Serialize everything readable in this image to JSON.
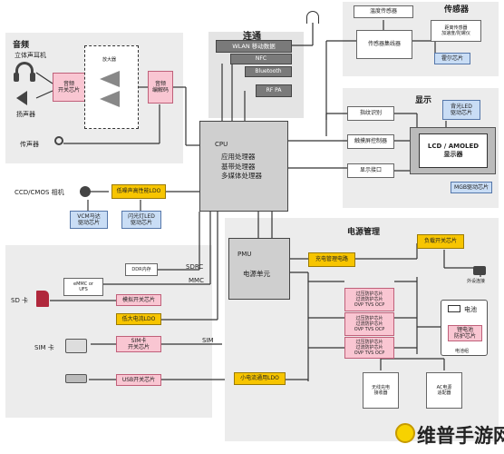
{
  "sections": {
    "audio": "音频",
    "connect": "连通",
    "sensor": "传感器",
    "display": "显示",
    "power": "电源管理"
  },
  "audio": {
    "headphone": "立体声耳机",
    "speaker": "扬声器",
    "mic": "传声器",
    "amp": "放大器",
    "switch": "音频\n开关芯片",
    "codec": "音频\n编解码"
  },
  "connect": {
    "wlan": "WLAN  移动数据",
    "nfc": "NFC",
    "bt": "Bluetooth",
    "rfpa": "RF PA"
  },
  "sensor": {
    "temp": "温度传感器",
    "hub": "传感器集线器",
    "list": "距离传感器\n加速度/陀螺仪",
    "hall": "霍尔芯片"
  },
  "display": {
    "fingerprint": "指纹识别",
    "touch": "触摸屏控制器",
    "port": "显示接口",
    "backlight": "背光LED\n驱动芯片",
    "lcd": "LCD / AMOLED\n显示器",
    "mgb": "MGB驱动芯片"
  },
  "cpu": {
    "title": "CPU",
    "body": "应用处理器\n基带处理器\n多媒体处理器"
  },
  "camera": {
    "label": "CCD/CMOS 相机",
    "power": "低噪声高性能LDO",
    "vcm": "VCM马达\n驱动芯片",
    "flash": "闪光灯LED\n驱动芯片"
  },
  "storage": {
    "ddr": "DDR内存",
    "emmc": "eMMC  or\nUFS",
    "sdrc": "SDRC",
    "mmc": "MMC",
    "sd": "SD 卡",
    "sim": "SIM 卡",
    "sim_bus": "SIM",
    "sdswitch": "模拟开关芯片",
    "ldo": "低大电流LDO",
    "simswitch": "SIM卡\n开关芯片",
    "usbswitch": "USB开关芯片"
  },
  "power": {
    "pmu": "PMU",
    "unit": "电源单元",
    "charge": "充电管理电路",
    "load": "负载开关芯片",
    "ovp1": "过压防护芯片\n过流防护芯片\nOVP  TVS  OCP",
    "ovp2": "过压防护芯片\n过流防护芯片\nOVP  TVS  OCP",
    "ovp3": "过压防护芯片\n过流防护芯片\nOVP  TVS  OCP",
    "battery": "电池",
    "batprot": "锂电池\n防护芯片",
    "batgroup": "电池组",
    "smallldo": "小电流通用LDO",
    "external": "外设连接",
    "wireless": "无线充电\n接收器",
    "adapter": "AC电源\n适配器"
  },
  "watermark": "维普手游网"
}
